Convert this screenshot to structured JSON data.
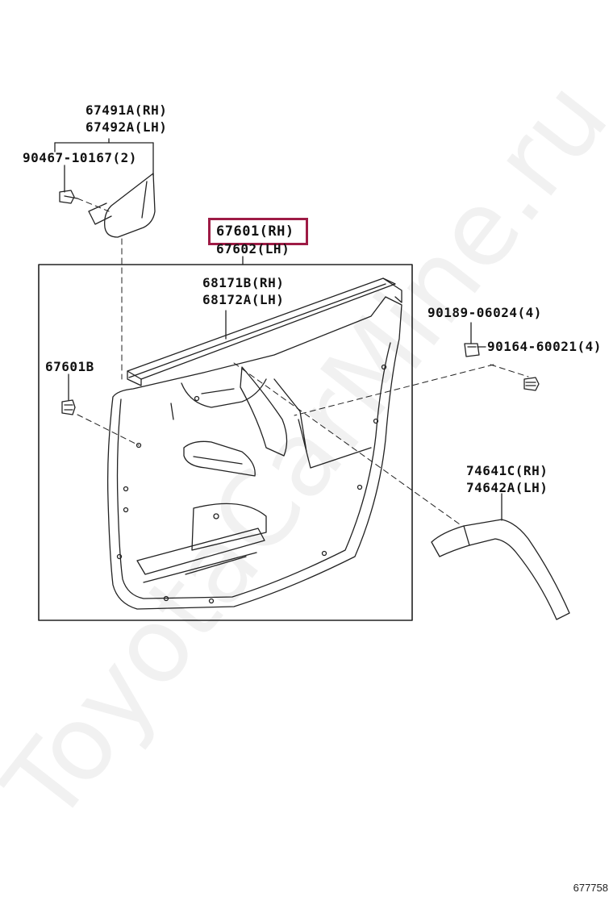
{
  "labels": {
    "cover_rh": "67491A(RH)",
    "cover_lh": "67492A(LH)",
    "screw_cover": "90467-10167(2)",
    "board_rh": "67601(RH)",
    "board_lh": "67602(LH)",
    "weatherstrip_rh": "68171B(RH)",
    "weatherstrip_lh": "68172A(LH)",
    "clip": "67601B",
    "clip_nut": "90189-06024(4)",
    "screw_clip": "90164-60021(4)",
    "armrest_rh": "74641C(RH)",
    "armrest_lh": "74642A(LH)"
  },
  "highlight": {
    "part": "67601(RH)",
    "color": "#9e1b45"
  },
  "watermark": "ToyotaCarMine.ru",
  "diagram_ref": "677758"
}
